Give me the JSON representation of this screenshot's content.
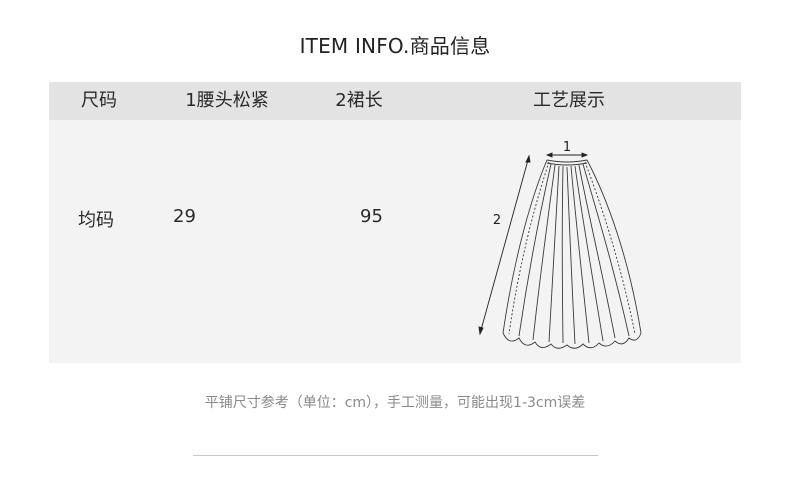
{
  "title": "ITEM INFO.商品信息",
  "table": {
    "headers": {
      "size": "尺码",
      "waist": "1腰头松紧",
      "length": "2裙长",
      "craft": "工艺展示"
    },
    "row": {
      "size": "均码",
      "waist": "29",
      "length": "95"
    }
  },
  "diagram": {
    "label_1": "1",
    "label_2": "2"
  },
  "note": "平铺尺寸参考（单位：cm），手工测量，可能出现1-3cm误差"
}
